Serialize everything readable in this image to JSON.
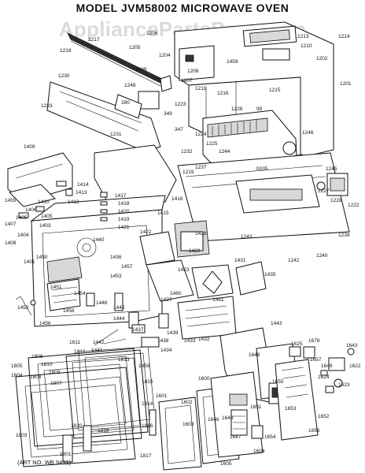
{
  "title": "MODEL JVM58002 MICROWAVE OVEN",
  "watermark": "AppliancePartsPros.com",
  "art_number": "(ART NO. WB 9491)",
  "part_labels": [
    {
      "id": "p1217",
      "text": "1217"
    },
    {
      "id": "p1218",
      "text": "1218"
    },
    {
      "id": "p1206",
      "text": "1206"
    },
    {
      "id": "p1205",
      "text": "1205"
    },
    {
      "id": "p1204",
      "text": "1204"
    },
    {
      "id": "p1209",
      "text": "1209"
    },
    {
      "id": "p1213",
      "text": "1213"
    },
    {
      "id": "p1214",
      "text": "1214"
    },
    {
      "id": "p1210",
      "text": "1210"
    },
    {
      "id": "p1202",
      "text": "1202"
    },
    {
      "id": "p1201",
      "text": "1201"
    },
    {
      "id": "p1459a",
      "text": "1459"
    },
    {
      "id": "p1207",
      "text": "1207"
    },
    {
      "id": "p1211",
      "text": "1211"
    },
    {
      "id": "p1208",
      "text": "1208"
    },
    {
      "id": "p1215",
      "text": "1215"
    },
    {
      "id": "p1216",
      "text": "1216"
    },
    {
      "id": "p1230",
      "text": "1230"
    },
    {
      "id": "p1233",
      "text": "1233"
    },
    {
      "id": "p1248",
      "text": "1248"
    },
    {
      "id": "p280",
      "text": "280"
    },
    {
      "id": "p1223",
      "text": "1223"
    },
    {
      "id": "p1226",
      "text": "1226"
    },
    {
      "id": "p99",
      "text": "99"
    },
    {
      "id": "p349",
      "text": "349"
    },
    {
      "id": "p347",
      "text": "347"
    },
    {
      "id": "p1224",
      "text": "1224"
    },
    {
      "id": "p1225",
      "text": "1225"
    },
    {
      "id": "p1246",
      "text": "1246"
    },
    {
      "id": "p1231",
      "text": "1231"
    },
    {
      "id": "p1244",
      "text": "1244"
    },
    {
      "id": "p1409",
      "text": "1409"
    },
    {
      "id": "p1232",
      "text": "1232"
    },
    {
      "id": "p1237",
      "text": "1237"
    },
    {
      "id": "p1219",
      "text": "1219"
    },
    {
      "id": "p0035",
      "text": "0035"
    },
    {
      "id": "p1245",
      "text": "1245"
    },
    {
      "id": "p1227",
      "text": "1227"
    },
    {
      "id": "p1414",
      "text": "1414"
    },
    {
      "id": "p1413",
      "text": "1413"
    },
    {
      "id": "p1417",
      "text": "1417"
    },
    {
      "id": "p1228",
      "text": "1228"
    },
    {
      "id": "p1222",
      "text": "1222"
    },
    {
      "id": "p1455",
      "text": "1455"
    },
    {
      "id": "p1410",
      "text": "1410"
    },
    {
      "id": "p1412",
      "text": "1412"
    },
    {
      "id": "p1418",
      "text": "1418"
    },
    {
      "id": "p1420",
      "text": "1420"
    },
    {
      "id": "p1416",
      "text": "1416"
    },
    {
      "id": "p1406",
      "text": "1406"
    },
    {
      "id": "p1405",
      "text": "1405"
    },
    {
      "id": "p1419",
      "text": "1419"
    },
    {
      "id": "p1421",
      "text": "1421"
    },
    {
      "id": "p1415",
      "text": "1415"
    },
    {
      "id": "p1407",
      "text": "1407"
    },
    {
      "id": "p1403",
      "text": "1403"
    },
    {
      "id": "p1404",
      "text": "1404"
    },
    {
      "id": "p1243",
      "text": "1243"
    },
    {
      "id": "p1239",
      "text": "1239"
    },
    {
      "id": "p1408",
      "text": "1408"
    },
    {
      "id": "p1440",
      "text": "1440"
    },
    {
      "id": "p1422",
      "text": "1422"
    },
    {
      "id": "p1428",
      "text": "1428"
    },
    {
      "id": "p1242",
      "text": "1242"
    },
    {
      "id": "p1240",
      "text": "1240"
    },
    {
      "id": "p1401",
      "text": "1401"
    },
    {
      "id": "p1450",
      "text": "1450"
    },
    {
      "id": "p1436",
      "text": "1436"
    },
    {
      "id": "p1457",
      "text": "1457"
    },
    {
      "id": "p1431",
      "text": "1431"
    },
    {
      "id": "p1435",
      "text": "1435"
    },
    {
      "id": "p1453",
      "text": "1453"
    },
    {
      "id": "p1423",
      "text": "1423"
    },
    {
      "id": "p1451",
      "text": "1451"
    },
    {
      "id": "p1454",
      "text": "1454"
    },
    {
      "id": "p1460",
      "text": "1460"
    },
    {
      "id": "p1427",
      "text": "1427"
    },
    {
      "id": "p1461",
      "text": "1461"
    },
    {
      "id": "p1452",
      "text": "1452"
    },
    {
      "id": "p1458",
      "text": "1458"
    },
    {
      "id": "p1446",
      "text": "1446"
    },
    {
      "id": "p1445",
      "text": "1445"
    },
    {
      "id": "p1444",
      "text": "1444"
    },
    {
      "id": "p1432",
      "text": "1432"
    },
    {
      "id": "p1456",
      "text": "1456"
    },
    {
      "id": "p1437",
      "text": "1437"
    },
    {
      "id": "p1443",
      "text": "1443"
    },
    {
      "id": "p1442",
      "text": "1442"
    },
    {
      "id": "p1441",
      "text": "1441"
    },
    {
      "id": "p1439",
      "text": "1439"
    },
    {
      "id": "p1438",
      "text": "1438"
    },
    {
      "id": "p1433",
      "text": "1433"
    },
    {
      "id": "p1434",
      "text": "1434"
    },
    {
      "id": "p1459b",
      "text": "1459"
    },
    {
      "id": "p1811",
      "text": "1811"
    },
    {
      "id": "p1812",
      "text": "1812"
    },
    {
      "id": "p1625",
      "text": "1625"
    },
    {
      "id": "p1678",
      "text": "1678"
    },
    {
      "id": "p1643",
      "text": "1643"
    },
    {
      "id": "p1805",
      "text": "1805"
    },
    {
      "id": "p1806",
      "text": "1806"
    },
    {
      "id": "p1810",
      "text": "1810"
    },
    {
      "id": "p1809",
      "text": "1809"
    },
    {
      "id": "p1813",
      "text": "1813"
    },
    {
      "id": "p1646",
      "text": "1646"
    },
    {
      "id": "p1657",
      "text": "1657"
    },
    {
      "id": "p1649",
      "text": "1649"
    },
    {
      "id": "p1622",
      "text": "1622"
    },
    {
      "id": "p1604a",
      "text": "1604"
    },
    {
      "id": "p1808",
      "text": "1808"
    },
    {
      "id": "p1807",
      "text": "1807"
    },
    {
      "id": "p1815",
      "text": "1815"
    },
    {
      "id": "p1600",
      "text": "1600"
    },
    {
      "id": "p1655",
      "text": "1655"
    },
    {
      "id": "p1624",
      "text": "1624"
    },
    {
      "id": "p1623",
      "text": "1623"
    },
    {
      "id": "p1814",
      "text": "1814"
    },
    {
      "id": "p1601",
      "text": "1601"
    },
    {
      "id": "p1602",
      "text": "1602"
    },
    {
      "id": "p1816",
      "text": "1816"
    },
    {
      "id": "p1648",
      "text": "1648"
    },
    {
      "id": "p1651",
      "text": "1651"
    },
    {
      "id": "p1653",
      "text": "1653"
    },
    {
      "id": "p1603",
      "text": "1603"
    },
    {
      "id": "p1646b",
      "text": "1646"
    },
    {
      "id": "p1652",
      "text": "1652"
    },
    {
      "id": "p1803",
      "text": "1803"
    },
    {
      "id": "p1820",
      "text": "1820"
    },
    {
      "id": "p1818",
      "text": "1818"
    },
    {
      "id": "p1647",
      "text": "1647"
    },
    {
      "id": "p1654",
      "text": "1654"
    },
    {
      "id": "p1656",
      "text": "1656"
    },
    {
      "id": "p1801",
      "text": "1801"
    },
    {
      "id": "p1817",
      "text": "1817"
    },
    {
      "id": "p1604b",
      "text": "1604"
    },
    {
      "id": "p1605",
      "text": "1605"
    },
    {
      "id": "p1405b",
      "text": "1405"
    },
    {
      "id": "p1429",
      "text": "1429"
    }
  ]
}
